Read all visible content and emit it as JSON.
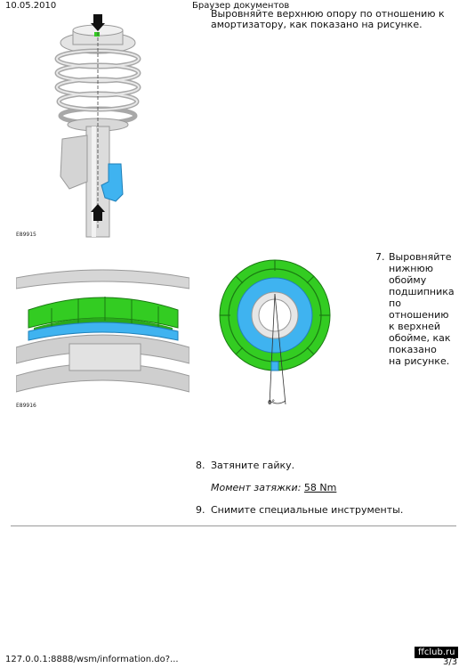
{
  "header": {
    "date": "10.05.2010",
    "title": "Браузер документов"
  },
  "steps": {
    "s6": {
      "text_line1": "Выровняйте верхнюю опору по отношению к",
      "text_line2": "амортизатору, как показано на рисунке."
    },
    "s7": {
      "number": "7.",
      "lines": [
        "Выровняйте",
        "нижнюю",
        "обойму",
        "подшипника",
        "по",
        "отношению",
        "к верхней",
        "обойме, как",
        "показано",
        "на рисунке."
      ]
    },
    "s8": {
      "number": "8.",
      "text": "Затяните гайку.",
      "torque_label": "Момент затяжки:",
      "torque_value": "58 Nm"
    },
    "s9": {
      "number": "9.",
      "text": "Снимите специальные инструменты."
    }
  },
  "figures": {
    "fig1": {
      "label": "E89915"
    },
    "fig2": {
      "label": "E89916"
    },
    "fig3": {
      "angle_label": "6°"
    }
  },
  "footer": {
    "url": "127.0.0.1:8888/wsm/information.do?...",
    "page": "3/3"
  },
  "watermark": {
    "text": "ffclub.ru"
  },
  "colors": {
    "green": "#33cc22",
    "blue": "#3fb3f0",
    "grey": "#c8c8c8"
  }
}
